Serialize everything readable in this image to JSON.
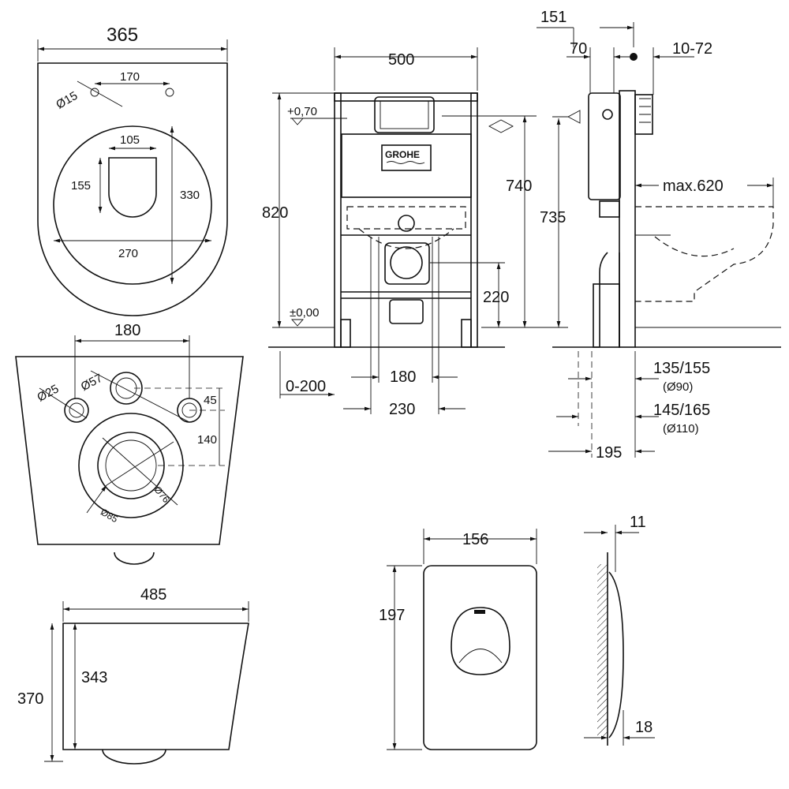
{
  "brand": "GROHE",
  "bowl_top": {
    "width": "365",
    "holes_spacing": "170",
    "hole_dia": "Ø15",
    "opening_width": "105",
    "opening_length": "155",
    "bowl_length": "330",
    "bowl_width": "270"
  },
  "bowl_rear": {
    "bolt_spacing": "180",
    "bolt_dia": "Ø25",
    "inlet_dia": "Ø57",
    "offset_45": "45",
    "offset_140": "140",
    "outlet_outer": "Ø85",
    "outlet_inner": "Ø76"
  },
  "bowl_side": {
    "length": "485",
    "height_inner": "343",
    "height": "370"
  },
  "frame_front": {
    "width": "500",
    "level_top": "+0,70",
    "height": "820",
    "level_zero": "±0,00",
    "height_740": "740",
    "height_735": "735",
    "outlet_height": "220",
    "floor_range": "0-200",
    "bolt_spacing": "180",
    "bolt_spacing_outer": "230"
  },
  "frame_side": {
    "d151": "151",
    "d70": "70",
    "d10_72": "10-72",
    "max_projection": "max.620",
    "d135_155": "135/155",
    "d90": "(Ø90)",
    "d145_165": "145/165",
    "d110": "(Ø110)",
    "d195": "195"
  },
  "plate": {
    "width": "156",
    "height": "197",
    "thickness_top": "11",
    "thickness_bottom": "18"
  }
}
